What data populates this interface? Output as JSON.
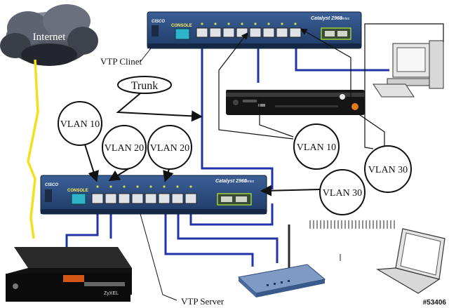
{
  "cloud": {
    "label": "Internet"
  },
  "switch_top": {
    "model": "Catalyst 2960",
    "series": "Series",
    "console": "CONSOLE",
    "brand": "CISCO",
    "role_label": "VTP Clinet"
  },
  "switch_bottom": {
    "model": "Catalyst 2960",
    "series": "Series",
    "console": "CONSOLE",
    "brand": "CISCO",
    "role_label": "VTP Server"
  },
  "callouts": {
    "trunk": "Trunk",
    "vlan10_a": "VLAN 10",
    "vlan20_a": "VLAN 20",
    "vlan20_b": "VLAN 20",
    "vlan10_b": "VLAN 10",
    "vlan30_a": "VLAN 30",
    "vlan30_b": "VLAN 30"
  },
  "modem": {
    "brand": "ZyXEL"
  },
  "watermark": "#53406",
  "colors": {
    "cable": "#2233aa",
    "switch_body": "#2b4a7c",
    "lightning": "#f2e01c",
    "callout_line": "#111111"
  }
}
